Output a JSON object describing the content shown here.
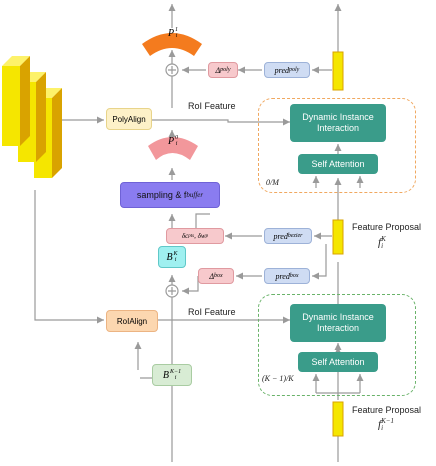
{
  "nodes": {
    "poly_align": "PolyAlign",
    "roi_align": "RoIAlign",
    "sampling": "sampling & f",
    "sampling_sub": "buffer",
    "dyn_top_line1": "Dynamic Instance",
    "dyn_top_line2": "Interaction",
    "dyn_bot_line1": "Dynamic Instance",
    "dyn_bot_line2": "Interaction",
    "self_attn_top": "Self Attention",
    "self_attn_bot": "Self Attention",
    "delta_poly": "Δ",
    "delta_poly_sub": "poly",
    "pred_poly": "pred",
    "pred_poly_sub": "poly",
    "delta_cpts": "δc",
    "delta_cpts_sub": "pts",
    "delta_cpts_mid": ", δw",
    "delta_cpts_sub2": "p",
    "pred_bezier": "pred",
    "pred_bezier_sub": "bezier",
    "delta_box": "Δ",
    "delta_box_sub": "box",
    "pred_box": "pred",
    "pred_box_sub": "box",
    "B_K": "B",
    "B_K_sub": "i",
    "B_K_sup": "K",
    "B_Km1": "B",
    "B_Km1_sub": "i",
    "B_Km1_sup": "K−1",
    "P_1": "P",
    "P_1_sub": "i",
    "P_1_sup": "1",
    "P_0": "P",
    "P_0_sub": "i",
    "P_0_sup": "0"
  },
  "labels": {
    "roi_feature_top": "RoI Feature",
    "roi_feature_bottom": "RoI Feature",
    "stage_top": "0/M",
    "stage_bottom": "(K − 1)/K",
    "fp_top_title": "Feature Proposal",
    "fp_top_sym": "f",
    "fp_top_sub": "i",
    "fp_top_sup": "K",
    "fp_bottom_title": "Feature Proposal",
    "fp_bottom_sym": "f",
    "fp_bottom_sub": "i",
    "fp_bottom_sup": "K−1"
  },
  "colors": {
    "yellow": "#f5e600",
    "yellow_dark": "#d9a300",
    "teal": "#3a9c8a",
    "blue_purple": "#8a7cf0",
    "light_blue": "#cfdcf3",
    "pink": "#f7c9cc",
    "orange_light": "#fcd7b0",
    "cream": "#fdf1c8",
    "cyan": "#9ff0f0",
    "green_light": "#d8ecd4",
    "orange_arc": "#f47b1e",
    "pink_arc": "#f2979b",
    "arrow": "#9a9a9a"
  }
}
